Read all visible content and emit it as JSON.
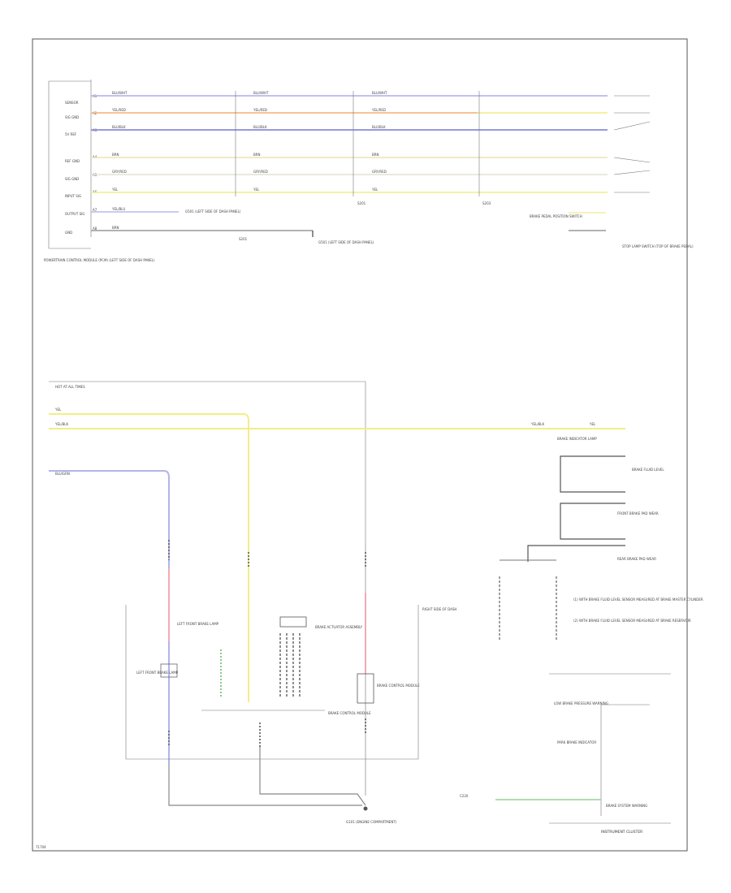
{
  "diagram": {
    "footer_code": "71704",
    "top_section": {
      "connector_pins": [
        "A1",
        "A2",
        "A3",
        "A4",
        "A5",
        "A6",
        "A7",
        "A8"
      ],
      "pin_labels": [
        "SENSOR",
        "SIG GND",
        "5V REF",
        "REF GND",
        "SIG GND",
        "INPUT SIG",
        "OUTPUT SIG",
        "GND"
      ],
      "wire_colors": [
        "BLU/WHT",
        "YEL/RED",
        "BLU/BLK",
        "BRN",
        "GRY/RED",
        "YEL",
        "YEL/BLU",
        "BRN"
      ],
      "far_left_module": "POWERTRAIN CONTROL MODULE (PCM) (LEFT SIDE OF DASH PANEL)",
      "left_ground_label": "G501 (LEFT SIDE OF DASH PANEL)",
      "splice_left": "S201",
      "splice_mid": "S203",
      "right_connector": "BRAKE PEDAL POSITION SWITCH",
      "right_module": "STOP LAMP SWITCH (TOP OF BRAKE PEDAL)"
    },
    "bottom_section": {
      "fuse_label": "HOT AT ALL TIMES",
      "wire_yel": "YEL",
      "wire_yel_blk": "YEL/BLK",
      "wire_blu_grn": "BLU/GRN",
      "bulb_right_label": "BRAKE INDICATOR LAMP",
      "right_switch_labels": [
        "BRAKE FLUID LEVEL",
        "FRONT BRAKE PAD WEAR",
        "REAR BRAKE PAD WEAR"
      ],
      "left_module_labels": [
        "RIGHT SIDE OF DASH",
        "LEFT FRONT BRAKE LAMP"
      ],
      "center_module_label": "BRAKE ACTUATOR ASSEMBLY",
      "control_unit_label": "BRAKE CONTROL MODULE",
      "right_notes": [
        "(1) WITH BRAKE FLUID LEVEL SENSOR MEASURED AT BRAKE MASTER CYLINDER",
        "(2) WITH BRAKE FLUID LEVEL SENSOR MEASURED AT BRAKE RESERVOIR"
      ],
      "ground_label": "G101 (ENGINE COMPARTMENT)",
      "cluster_label": "INSTRUMENT CLUSTER",
      "cluster_items": [
        "LOW BRAKE PRESSURE WARNING",
        "PARK BRAKE INDICATOR",
        "BRAKE SYSTEM WARNING"
      ],
      "cluster_connector": "C220"
    }
  }
}
